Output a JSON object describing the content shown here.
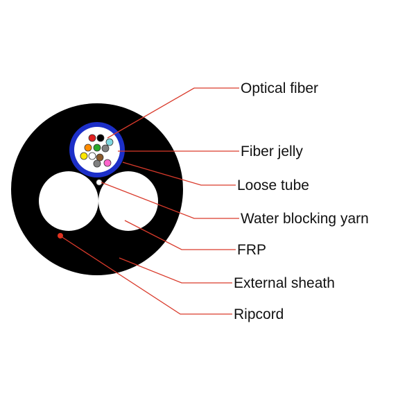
{
  "diagram": {
    "labels": [
      "Optical fiber",
      "Fiber jelly",
      "Loose tube",
      "Water blocking yarn",
      "FRP",
      "External sheath",
      "Ripcord"
    ]
  },
  "colors": {
    "background": "#ffffff",
    "sheath": "#000000",
    "frp": "#ffffff",
    "loose_tube_outer": "#1c2fc8",
    "fiber_jelly": "#ffffff",
    "leader_line": "#d93a2b",
    "ripcord": "#e0321f",
    "fibers": [
      "#e02020",
      "#000000",
      "#7fd8e0",
      "#ff8c00",
      "#2aa829",
      "#808080",
      "#ffe800",
      "#ffffff",
      "#8b5a2b",
      "#ff66cc"
    ]
  }
}
